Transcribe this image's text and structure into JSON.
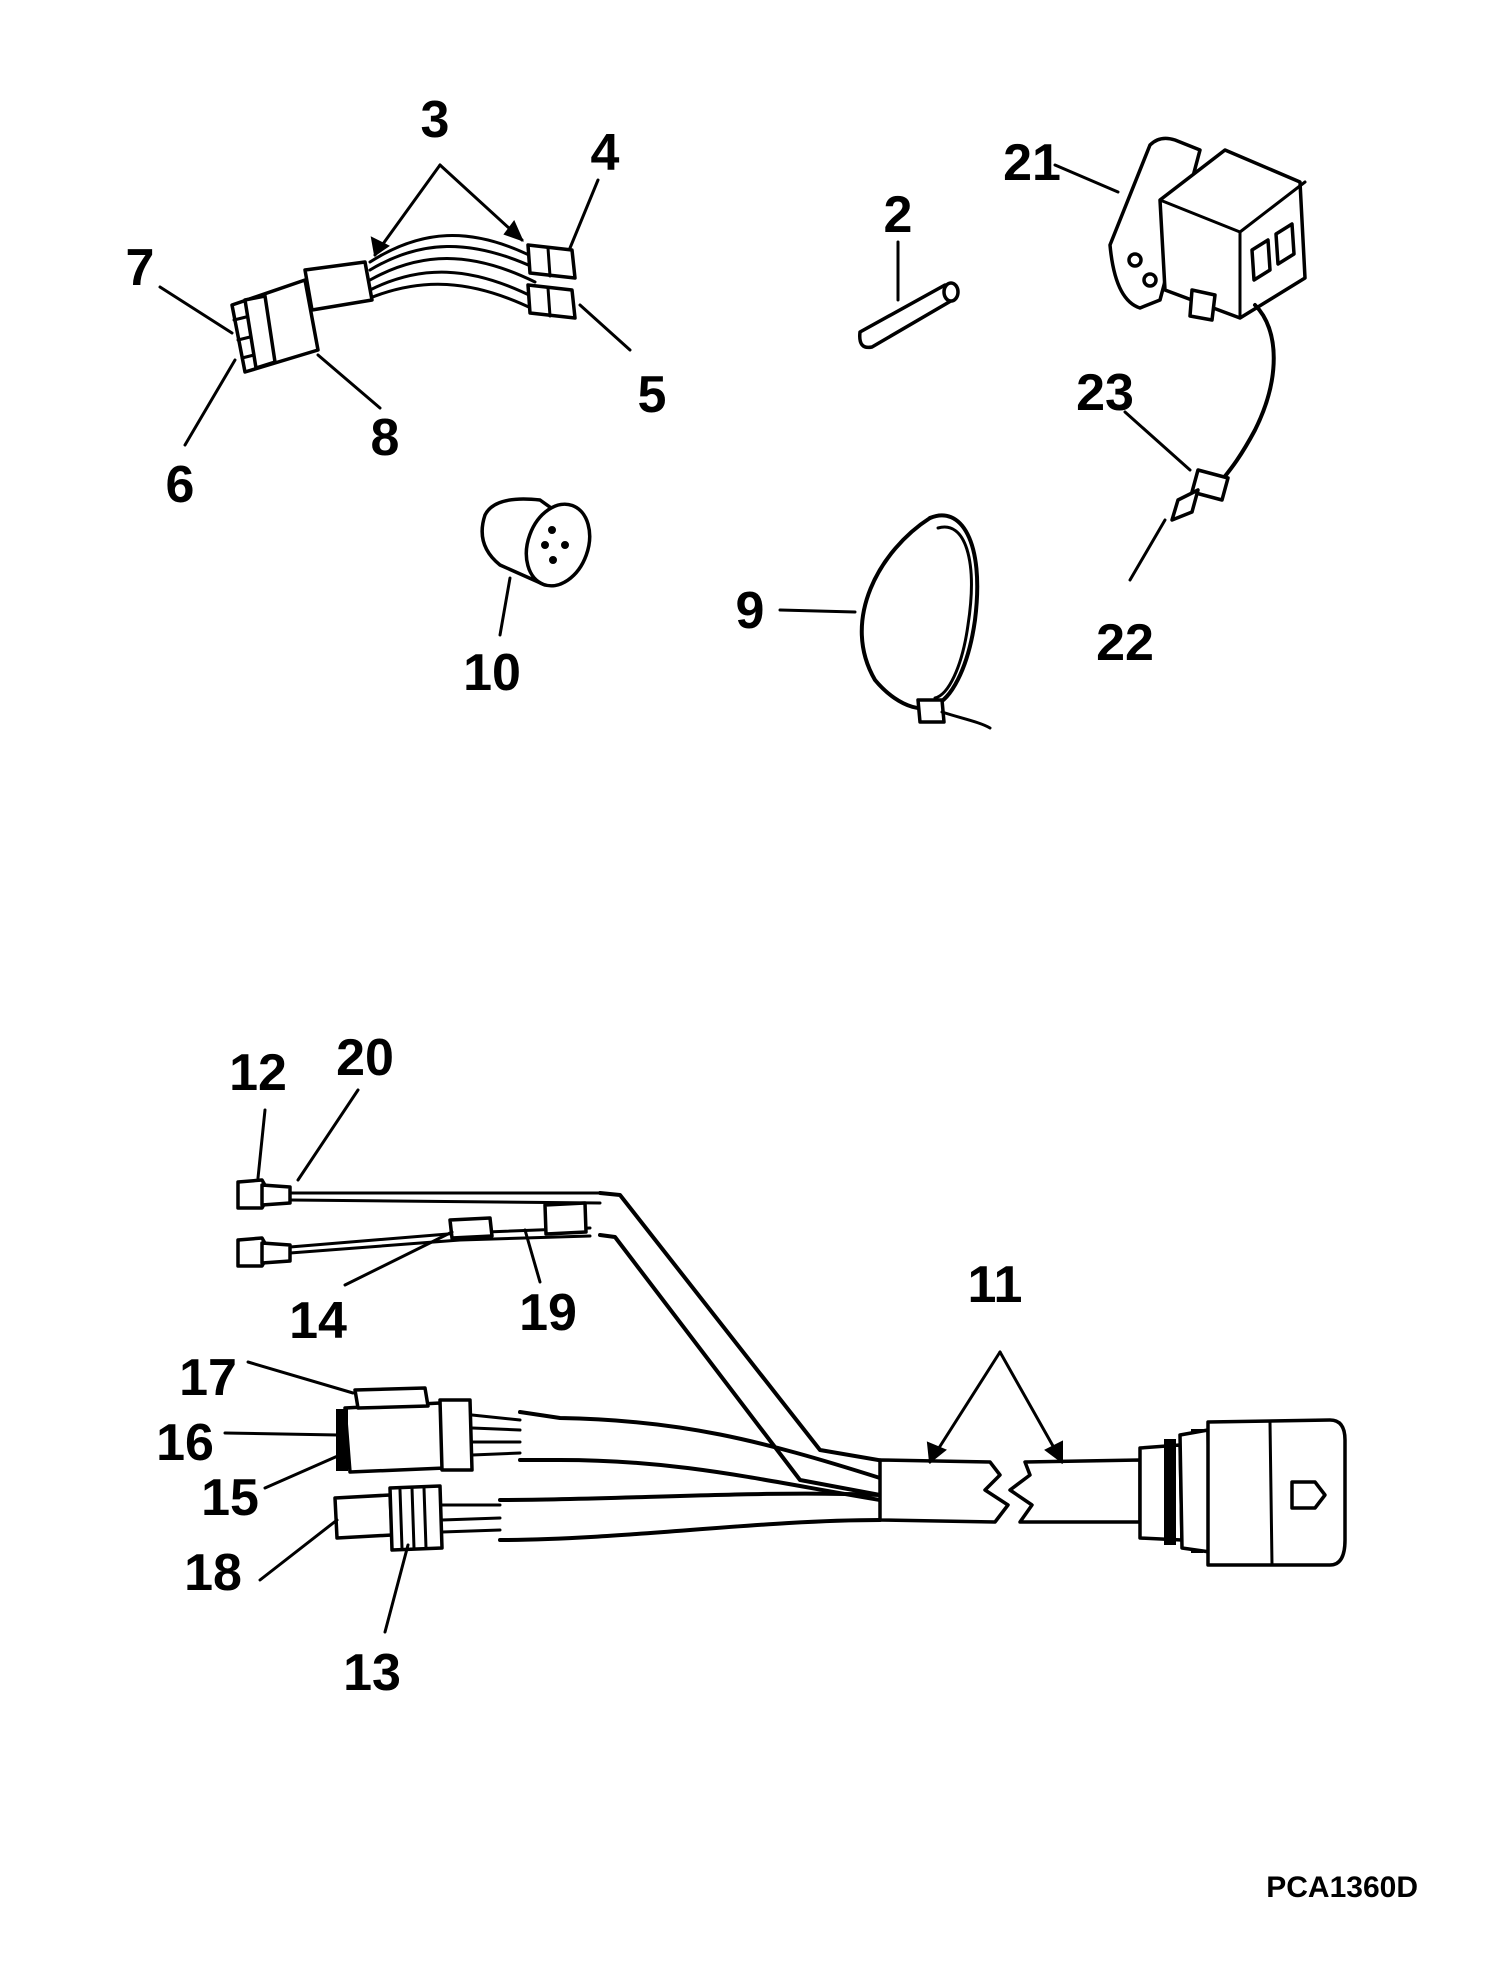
{
  "diagram": {
    "callouts": [
      "2",
      "3",
      "4",
      "5",
      "6",
      "7",
      "8",
      "9",
      "10",
      "11",
      "12",
      "13",
      "14",
      "15",
      "16",
      "17",
      "18",
      "19",
      "20",
      "21",
      "22",
      "23"
    ],
    "drawing_code": "PCA1360D"
  }
}
